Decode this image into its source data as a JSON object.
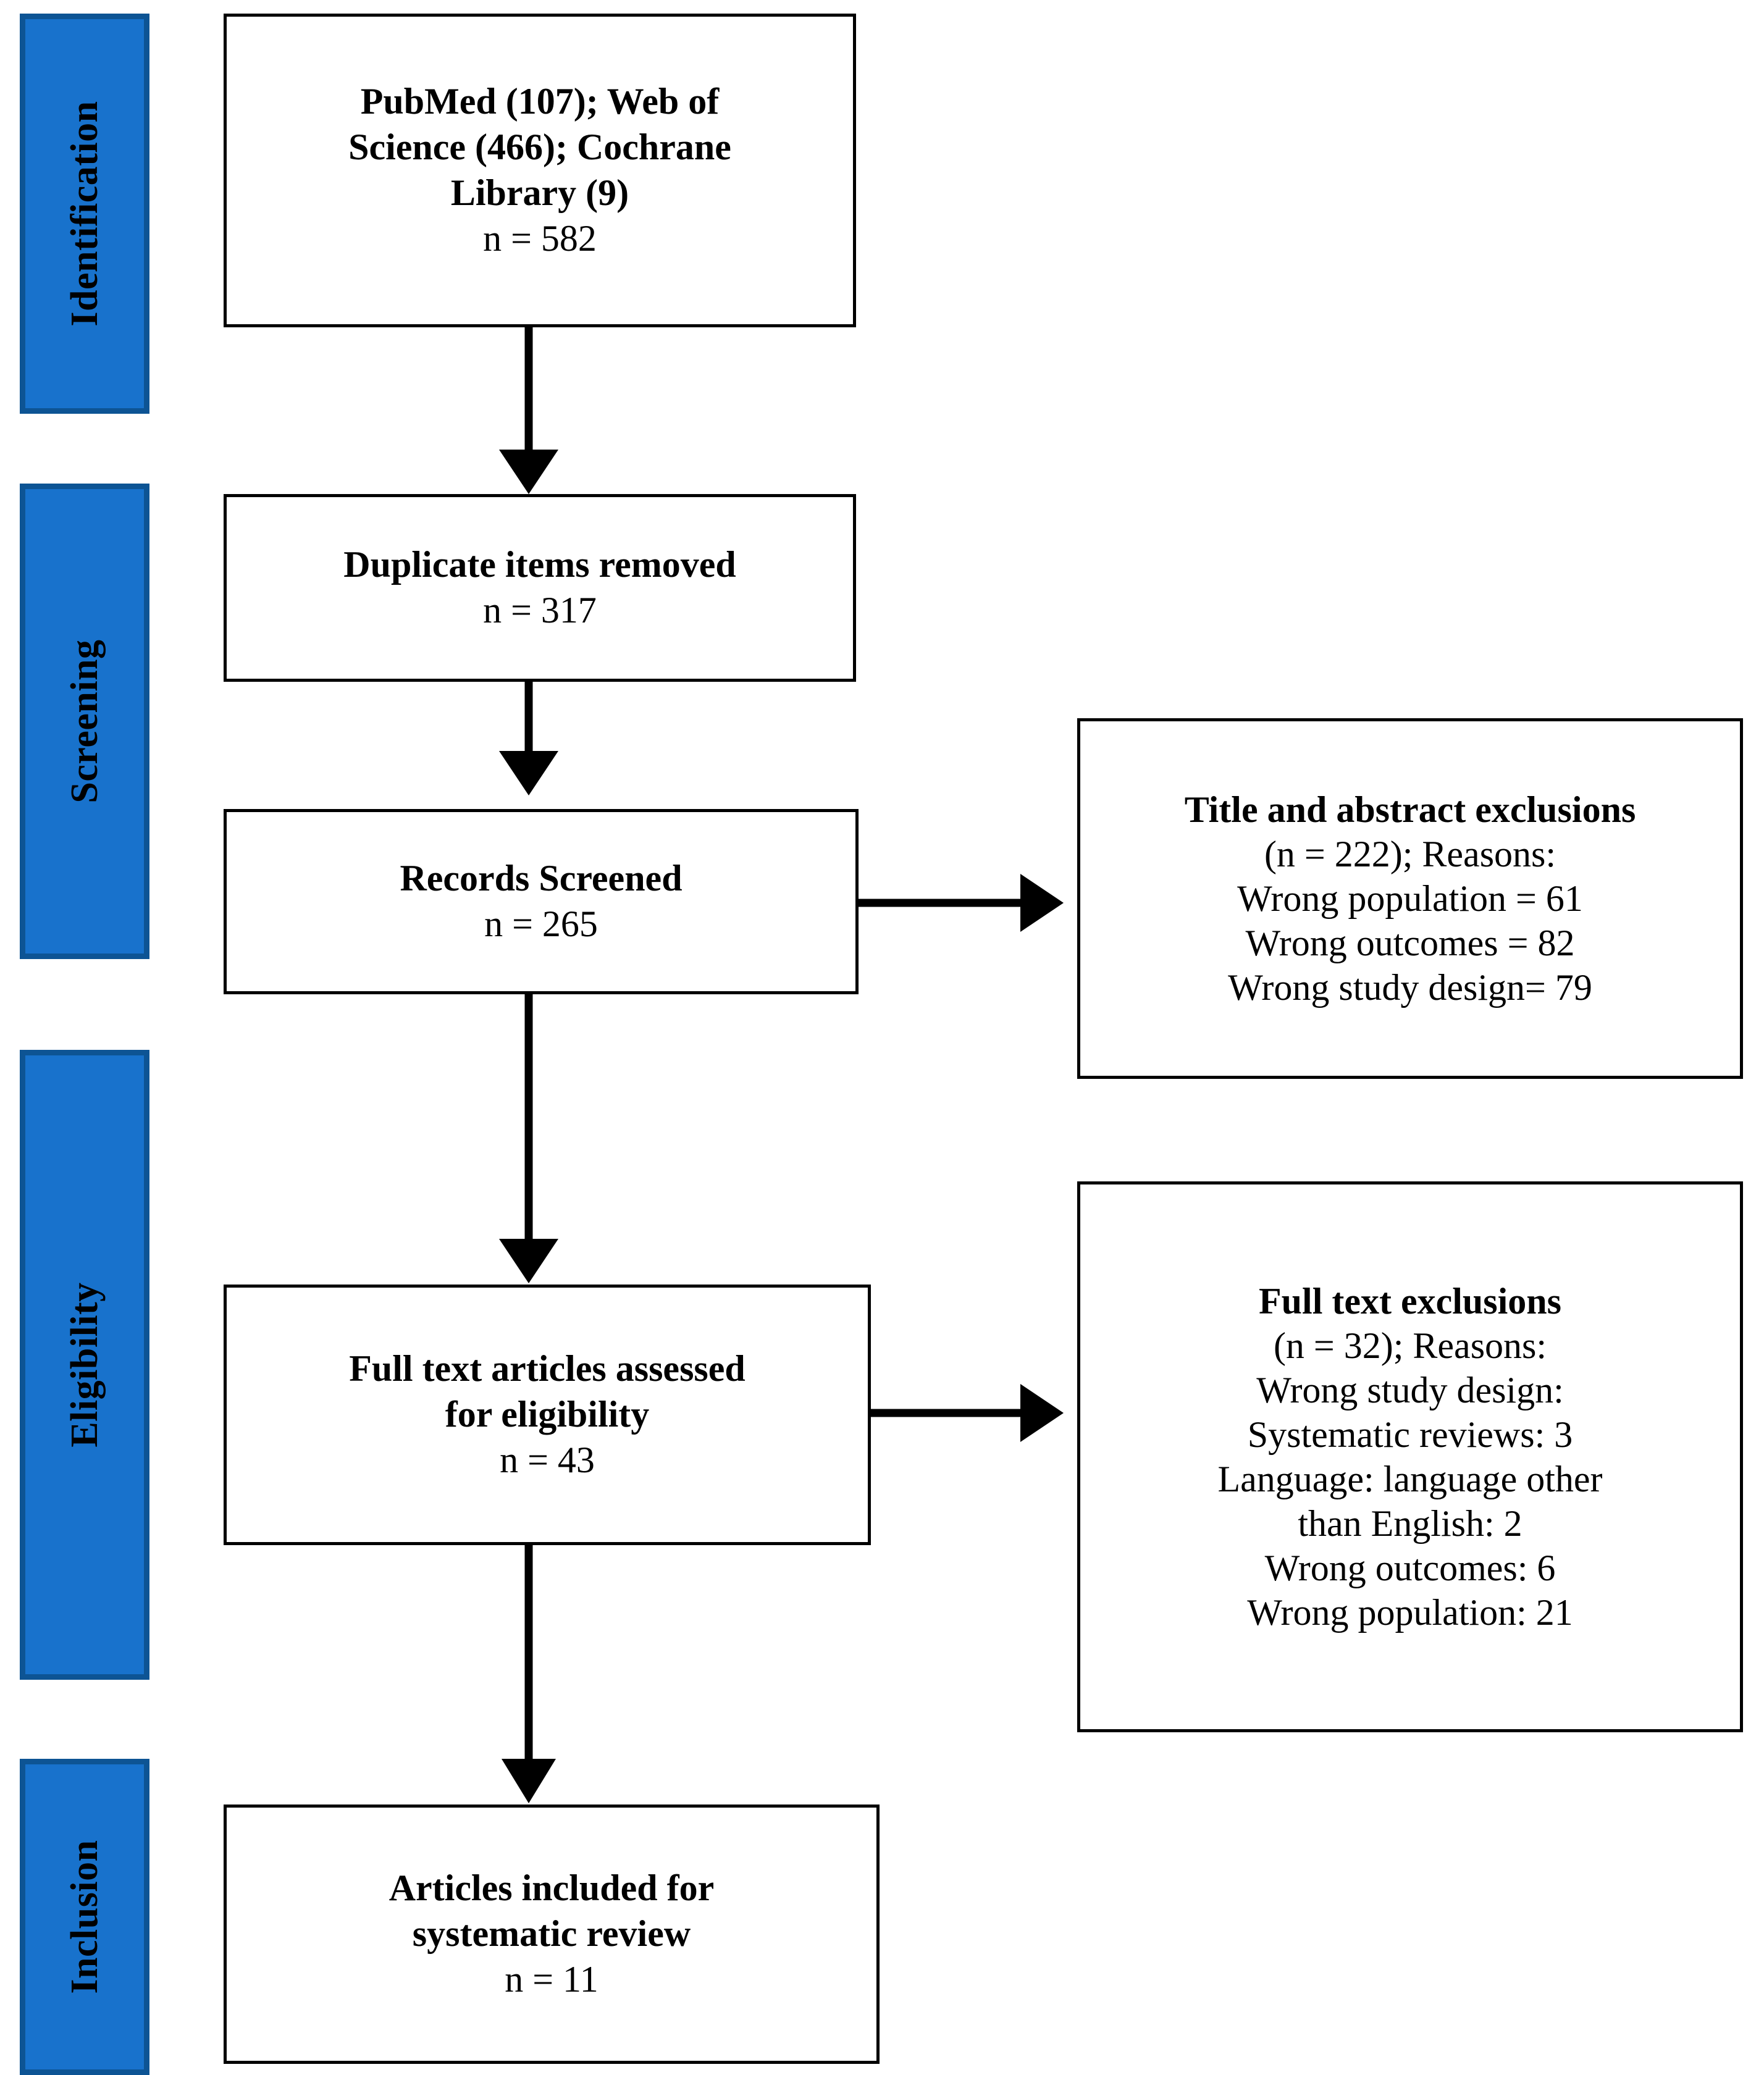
{
  "diagram": {
    "title": "PRISMA study selection flow diagram",
    "accent_color": "#1872CC",
    "accent_border_color": "#0D5494",
    "box_border_color": "#000000",
    "connector_color": "#000000"
  },
  "stages": [
    {
      "key": "identification",
      "label": "Identification"
    },
    {
      "key": "screening",
      "label": "Screening"
    },
    {
      "key": "eligibility",
      "label": "Eligibility"
    },
    {
      "key": "inclusion",
      "label": "Inclusion"
    }
  ],
  "boxes": {
    "sources": {
      "lines": [
        {
          "text": "PubMed (107); Web of",
          "bold": true
        },
        {
          "text": "Science (466); Cochrane",
          "bold": true
        },
        {
          "text": "Library (9)",
          "bold": true
        },
        {
          "text": "n = 582",
          "bold": false
        }
      ]
    },
    "duplicates": {
      "lines": [
        {
          "text": "Duplicate items removed",
          "bold": true
        },
        {
          "text": "n = 317",
          "bold": false
        }
      ]
    },
    "screened": {
      "lines": [
        {
          "text": "Records Screened",
          "bold": true
        },
        {
          "text": "n = 265",
          "bold": false
        }
      ]
    },
    "fulltext_assessed": {
      "lines": [
        {
          "text": "Full text articles assessed",
          "bold": true
        },
        {
          "text": "for eligibility",
          "bold": true
        },
        {
          "text": "n = 43",
          "bold": false
        }
      ]
    },
    "included": {
      "lines": [
        {
          "text": "Articles included for",
          "bold": true
        },
        {
          "text": "systematic review",
          "bold": true
        },
        {
          "text": "n = 11",
          "bold": false
        }
      ]
    },
    "title_abstract_exclusions": {
      "lines": [
        {
          "text": "Title and abstract exclusions",
          "bold": true
        },
        {
          "text": "(n = 222); Reasons:",
          "bold": false
        },
        {
          "text": "Wrong population = 61",
          "bold": false
        },
        {
          "text": "Wrong outcomes = 82",
          "bold": false
        },
        {
          "text": "Wrong study design= 79",
          "bold": false
        }
      ]
    },
    "full_text_exclusions": {
      "lines": [
        {
          "text": "Full text exclusions",
          "bold": true
        },
        {
          "text": "(n = 32); Reasons:",
          "bold": false
        },
        {
          "text": "Wrong study design:",
          "bold": false
        },
        {
          "text": "Systematic reviews: 3",
          "bold": false
        },
        {
          "text": "Language: language other",
          "bold": false
        },
        {
          "text": "than English: 2",
          "bold": false
        },
        {
          "text": "Wrong outcomes: 6",
          "bold": false
        },
        {
          "text": "Wrong population: 21",
          "bold": false
        }
      ]
    }
  },
  "chart_data": {
    "type": "diagram",
    "title": "PRISMA flow diagram of study selection",
    "nodes": [
      {
        "id": "sources",
        "stage": "Identification",
        "label": "PubMed (107); Web of Science (466); Cochrane Library (9)",
        "n": 582
      },
      {
        "id": "duplicates",
        "stage": "Screening",
        "label": "Duplicate items removed",
        "n": 317
      },
      {
        "id": "screened",
        "stage": "Screening",
        "label": "Records Screened",
        "n": 265
      },
      {
        "id": "title_abstract_exclusions",
        "stage": "Screening",
        "label": "Title and abstract exclusions",
        "n": 222
      },
      {
        "id": "fulltext_assessed",
        "stage": "Eligibility",
        "label": "Full text articles assessed for eligibility",
        "n": 43
      },
      {
        "id": "full_text_exclusions",
        "stage": "Eligibility",
        "label": "Full text exclusions",
        "n": 32
      },
      {
        "id": "included",
        "stage": "Inclusion",
        "label": "Articles included for systematic review",
        "n": 11
      }
    ],
    "edges": [
      {
        "from": "sources",
        "to": "duplicates",
        "direction": "down"
      },
      {
        "from": "duplicates",
        "to": "screened",
        "direction": "down"
      },
      {
        "from": "screened",
        "to": "title_abstract_exclusions",
        "direction": "right"
      },
      {
        "from": "screened",
        "to": "fulltext_assessed",
        "direction": "down"
      },
      {
        "from": "fulltext_assessed",
        "to": "full_text_exclusions",
        "direction": "right"
      },
      {
        "from": "fulltext_assessed",
        "to": "included",
        "direction": "down"
      }
    ],
    "sources_breakdown": [
      {
        "database": "PubMed",
        "records": 107
      },
      {
        "database": "Web of Science",
        "records": 466
      },
      {
        "database": "Cochrane Library",
        "records": 9
      }
    ],
    "title_abstract_exclusion_reasons": [
      {
        "reason": "Wrong population",
        "count": 61
      },
      {
        "reason": "Wrong outcomes",
        "count": 82
      },
      {
        "reason": "Wrong study design",
        "count": 79
      }
    ],
    "full_text_exclusion_reasons": [
      {
        "reason": "Wrong study design: Systematic reviews",
        "count": 3
      },
      {
        "reason": "Language: language other than English",
        "count": 2
      },
      {
        "reason": "Wrong outcomes",
        "count": 6
      },
      {
        "reason": "Wrong population",
        "count": 21
      }
    ]
  }
}
